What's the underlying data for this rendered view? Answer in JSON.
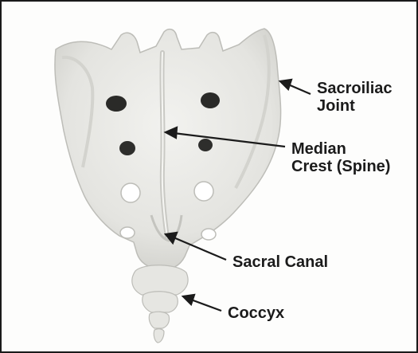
{
  "figure": {
    "labels": {
      "sacroiliac": [
        "Sacroiliac",
        "Joint"
      ],
      "median_crest": [
        "Median",
        "Crest (Spine)"
      ],
      "sacral_canal": "Sacral Canal",
      "coccyx": "Coccyx"
    }
  },
  "colors": {
    "bone_fill": "#e9e9e6",
    "bone_shadow": "#cfcfcb",
    "foramen_dark": "#2a2a28",
    "foramen_light": "#ffffff",
    "arrow": "#1b1b1b",
    "border": "#1a1a1a"
  }
}
